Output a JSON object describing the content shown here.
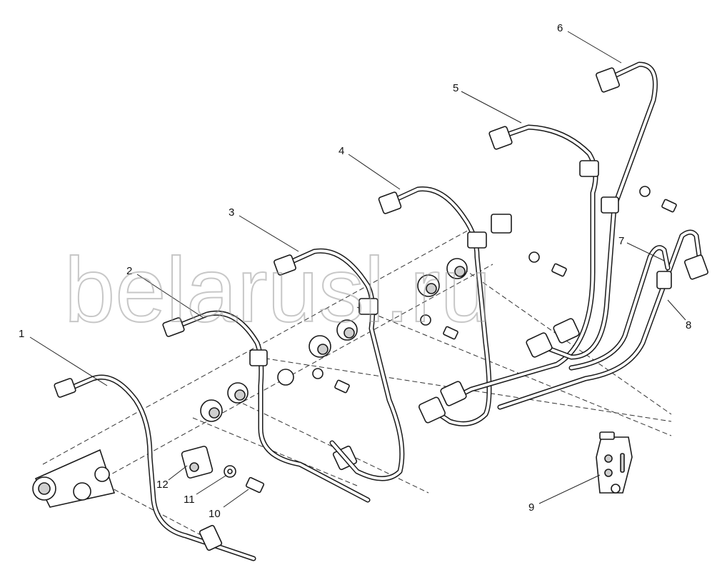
{
  "watermark": "belarusl.ru",
  "callouts": [
    "1",
    "2",
    "3",
    "4",
    "5",
    "6",
    "7",
    "8",
    "9",
    "10",
    "11",
    "12"
  ]
}
